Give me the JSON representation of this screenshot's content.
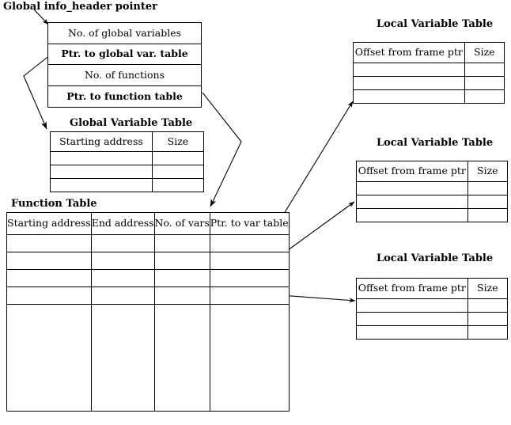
{
  "diagram": {
    "main_label": "Global info_header pointer",
    "info_header": {
      "name": "info-header-block",
      "rows": [
        "No. of global variables",
        "Ptr. to global var. table",
        "No. of functions",
        "Ptr. to function table"
      ]
    },
    "global_variable_table": {
      "title": "Global Variable Table",
      "columns": [
        "Starting address",
        "Size"
      ],
      "empty_row_count": 3
    },
    "function_table": {
      "title": "Function Table",
      "columns": [
        "Starting address",
        "End address",
        "No. of vars",
        "Ptr. to var table"
      ],
      "empty_row_count": 4,
      "has_tall_trailing_row": true
    },
    "local_variable_tables": [
      {
        "title": "Local Variable Table",
        "columns": [
          "Offset from frame ptr",
          "Size"
        ],
        "empty_row_count": 3
      },
      {
        "title": "Local Variable Table",
        "columns": [
          "Offset from frame ptr",
          "Size"
        ],
        "empty_row_count": 3
      },
      {
        "title": "Local Variable Table",
        "columns": [
          "Offset from frame ptr",
          "Size"
        ],
        "empty_row_count": 3
      }
    ],
    "colors": {
      "stroke": "#000000",
      "background": "#ffffff"
    }
  }
}
